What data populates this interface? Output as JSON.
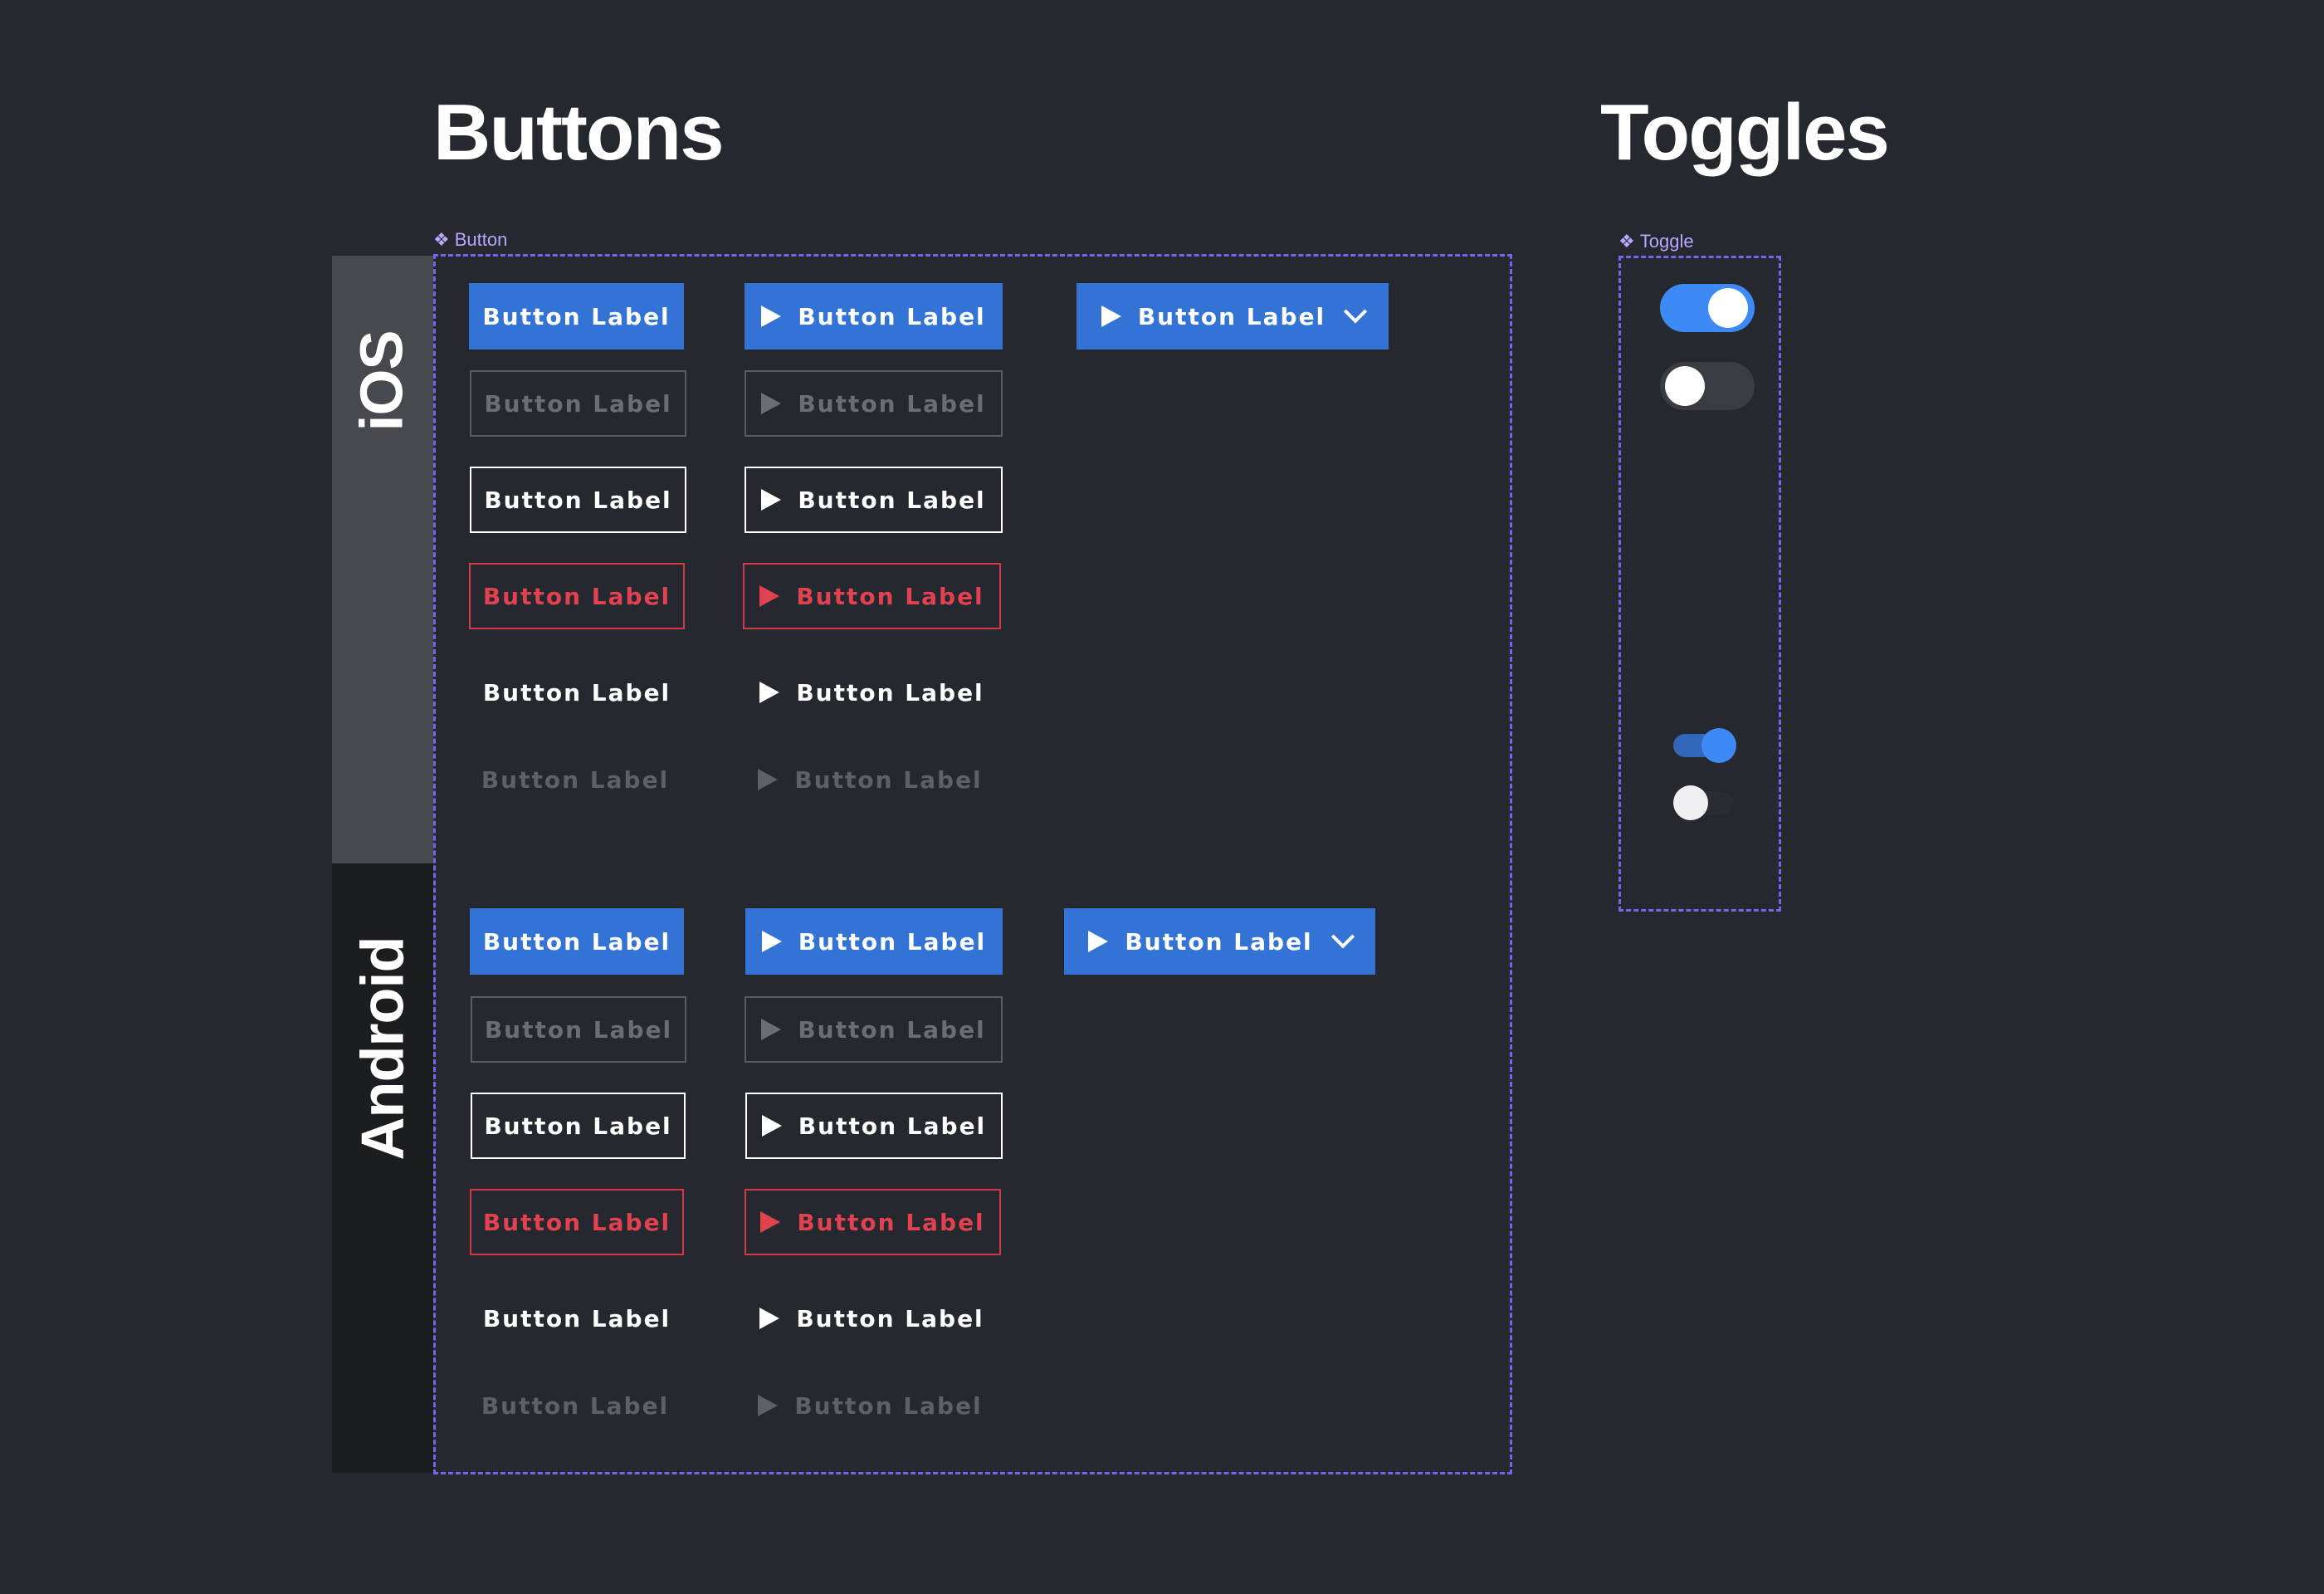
{
  "headings": {
    "buttons": "Buttons",
    "toggles": "Toggles"
  },
  "components": {
    "button": "Button",
    "toggle": "Toggle",
    "component_icon": "component-icon"
  },
  "platforms": {
    "ios": "iOS",
    "android": "Android"
  },
  "button_label": "Button Label",
  "icons": {
    "play": "play-icon",
    "chevron": "chevron-down-icon"
  },
  "colors": {
    "background": "#262830",
    "primary": "#3373d6",
    "danger": "#d13a45",
    "frame": "#7b63e8",
    "ios_band": "#48494e",
    "android_band": "#1c1d21",
    "toggle_on": "#3d8af7",
    "toggle_off": "#3a3c43"
  },
  "toggles": [
    {
      "size": "large",
      "state": "on"
    },
    {
      "size": "large",
      "state": "off"
    },
    {
      "size": "small",
      "state": "on"
    },
    {
      "size": "small",
      "state": "off"
    }
  ]
}
